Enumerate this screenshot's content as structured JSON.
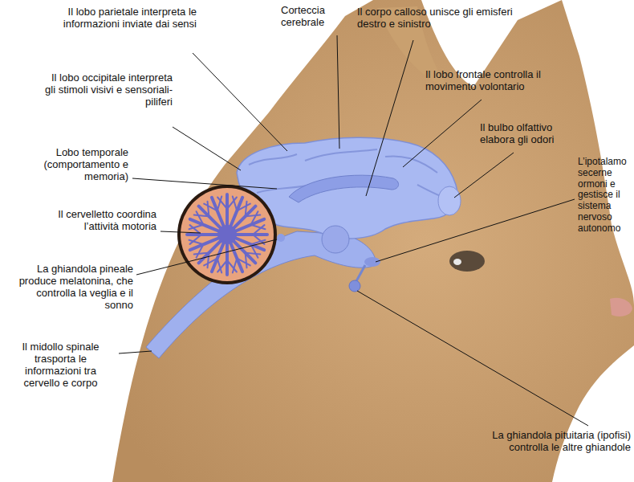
{
  "diagram": {
    "labels": [
      "Il lobo parietale interpreta le informazioni inviate dai sensi",
      "Corteccia cerebrale",
      "Il corpo calloso unisce gli emisferi destro e sinistro",
      "Il lobo occipitale interpreta gli stimoli visivi e sensoriali-piliferi",
      "Il lobo frontale controlla il movimento volontario",
      "Il bulbo olfattivo elabora gli odori",
      "Lobo temporale (comportamento e memoria)",
      "L’ipotalamo secerne ormoni e gestisce il sistema nervoso autonomo",
      "Il cervelletto coordina l’attività motoria",
      "La ghiandola pineale produce melatonina, che controlla la veglia e il sonno",
      "Il midollo spinale trasporta le informazioni tra cervello e corpo",
      "La ghiandola pituitaria (ipofisi) controlla le altre ghiandole"
    ]
  }
}
